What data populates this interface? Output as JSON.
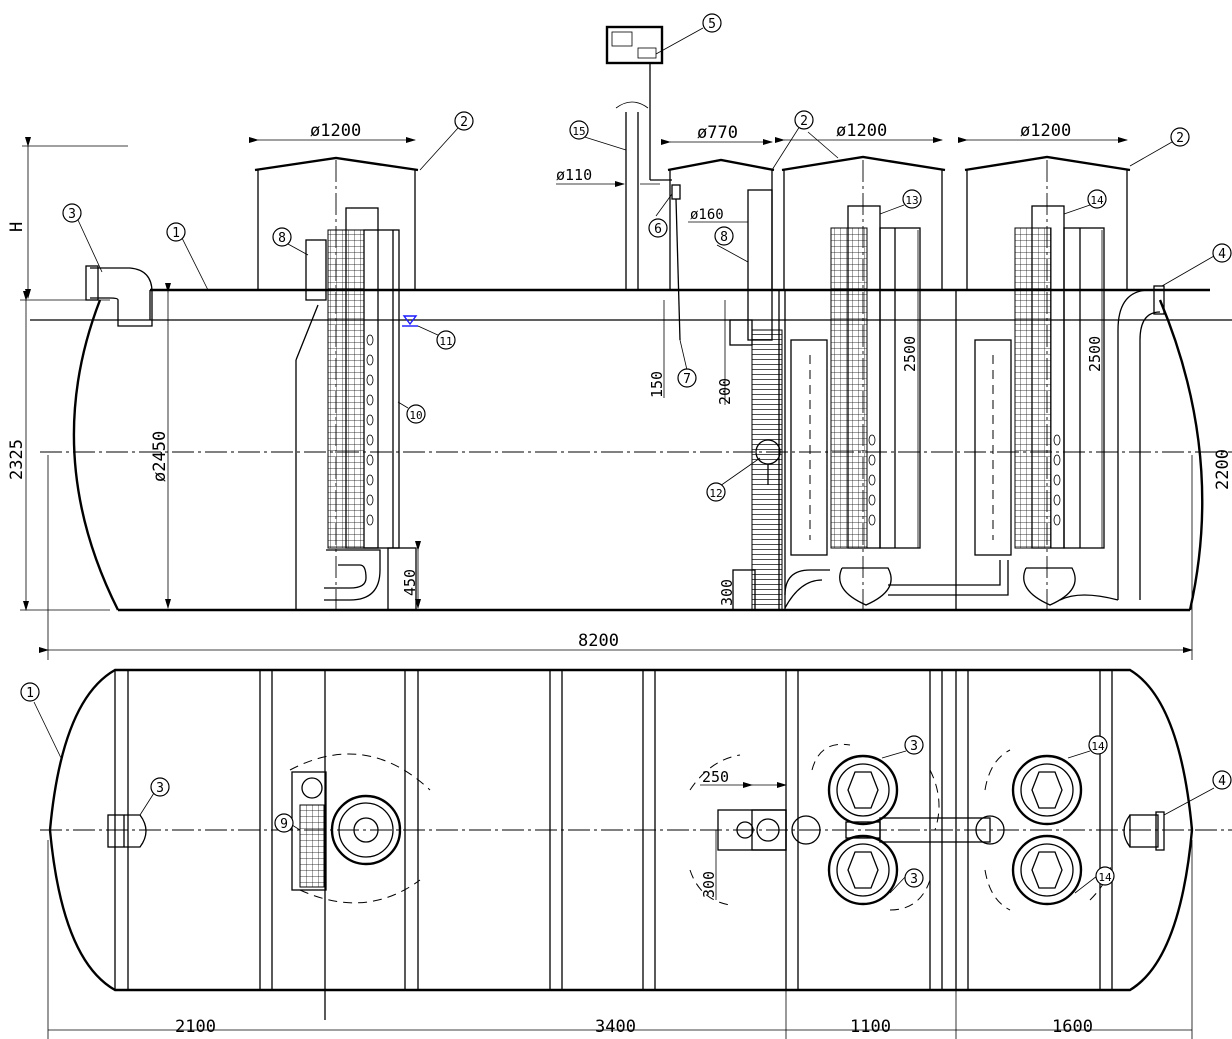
{
  "dimensions": {
    "total_length": "8200",
    "seg_a": "2100",
    "seg_b": "3400",
    "seg_c": "1100",
    "seg_d": "1600",
    "height_total": "2325",
    "height_right": "2200",
    "inner_diameter": "ø2450",
    "cover_height": "H",
    "manhole_1": "ø1200",
    "manhole_2": "ø770",
    "manhole_3": "ø1200",
    "manhole_4": "ø1200",
    "pipe_110": "ø110",
    "pipe_160": "ø160",
    "d450": "450",
    "d300": "300",
    "d150": "150",
    "d200": "200",
    "d2500a": "2500",
    "d2500b": "2500",
    "d250": "250",
    "d300b": "300"
  },
  "callouts": {
    "c1": "1",
    "c2": "2",
    "c3": "3",
    "c4": "4",
    "c5": "5",
    "c6": "6",
    "c7": "7",
    "c8": "8",
    "c9": "9",
    "c10": "10",
    "c11": "11",
    "c12": "12",
    "c13": "13",
    "c14": "14",
    "c15": "15"
  },
  "colors": {
    "line": "#000000",
    "background": "#ffffff",
    "water_level": "#1a1aff"
  }
}
